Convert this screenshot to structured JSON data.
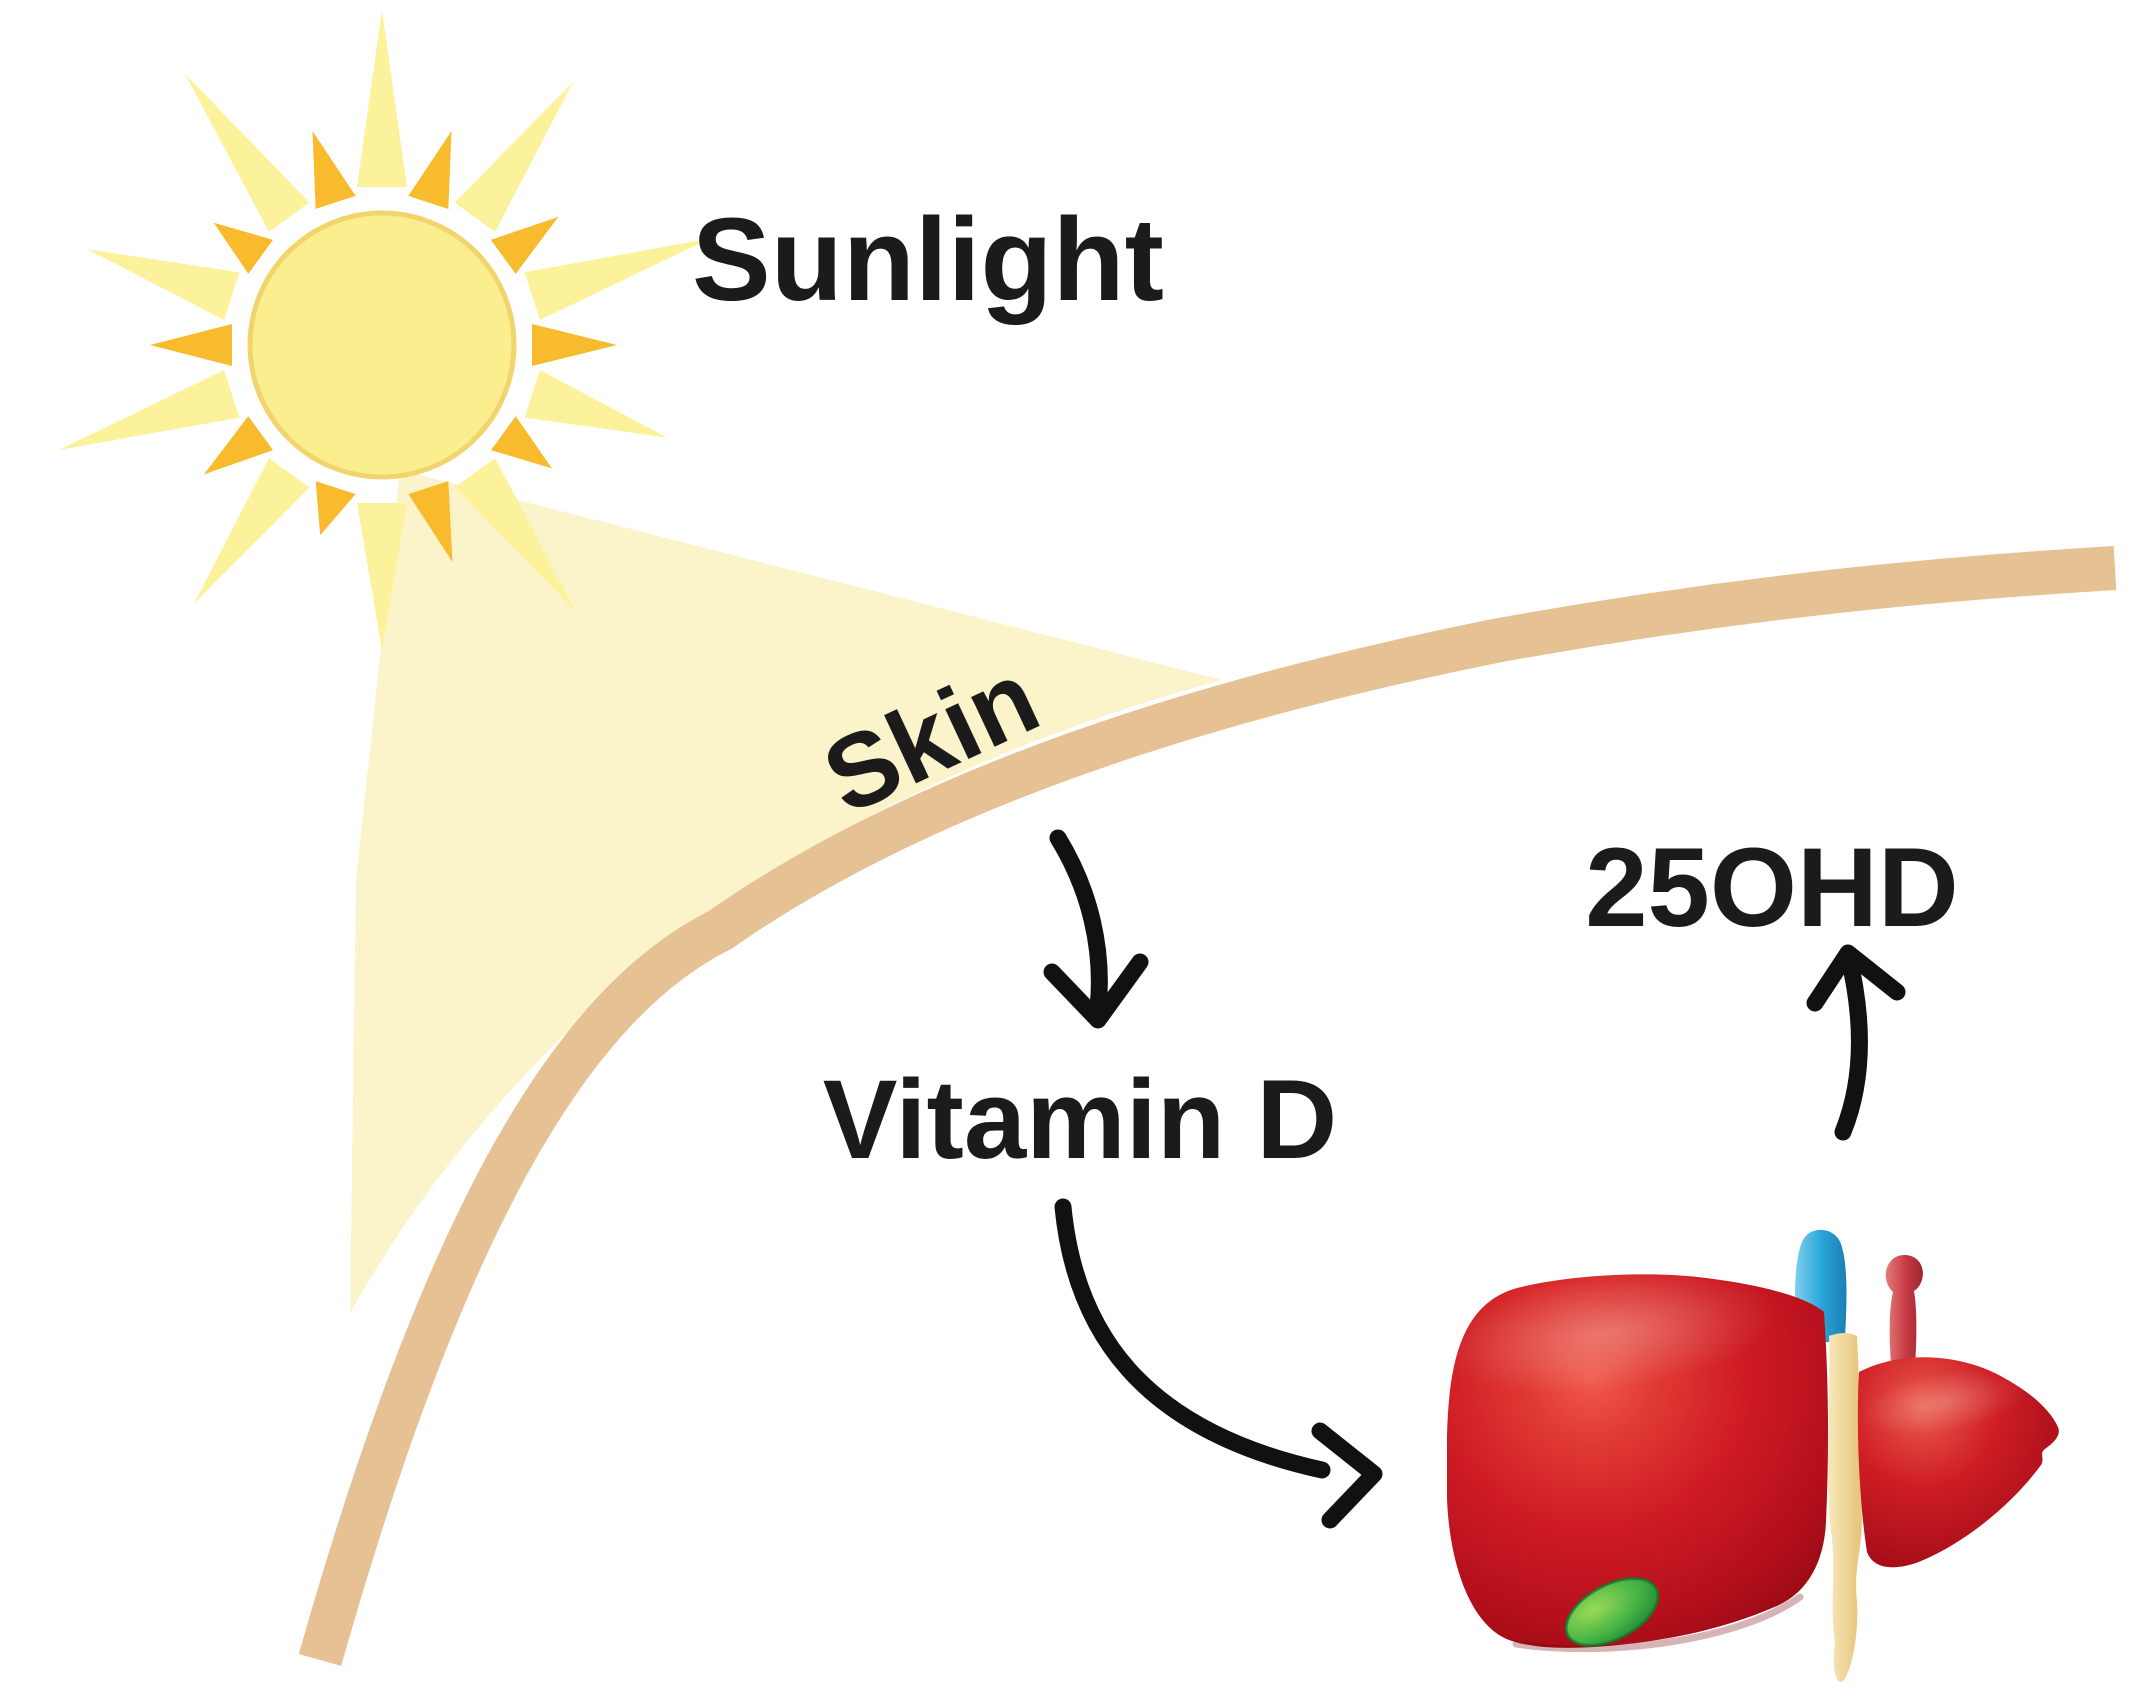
{
  "figure": {
    "type": "medical-pathway-diagram",
    "title": "Vitamin D synthesis pathway",
    "labels": {
      "sunlight": "Sunlight",
      "skin": "Skin",
      "vitamin_d": "Vitamin D",
      "metabolite_25ohd": "25OHD"
    },
    "relationships": [
      {
        "from": "Sunlight",
        "to": "Skin",
        "via": "sunbeam"
      },
      {
        "from": "Skin",
        "to": "Vitamin D",
        "via": "arrow"
      },
      {
        "from": "Vitamin D",
        "to": "liver",
        "via": "curved-arrow"
      },
      {
        "from": "liver",
        "to": "25OHD",
        "via": "arrow"
      }
    ],
    "icons": {
      "sun": "sun-icon",
      "sunbeam": "sunbeam-icon",
      "skin_layer": "skin-layer",
      "liver": "liver-icon",
      "vena_cava": "vena-cava-icon",
      "hepatic_artery": "hepatic-artery-icon",
      "bile_duct": "bile-duct-icon",
      "gallbladder": "gallbladder-icon"
    },
    "colors": {
      "background": "#FFFFFF",
      "text": "#1B1B1B",
      "sun_core": "#FBEE8F",
      "sun_core_outline": "#F2D46C",
      "sun_ray_long": "#FCF29B",
      "sun_ray_short": "#F7BB2D",
      "sunbeam": "#FBF3CA",
      "skin_tan": "#E6C194",
      "arrow_black": "#111111",
      "liver_red": "#C81A21",
      "liver_dark_red": "#8F0A12",
      "liver_highlight_red": "#F0594A",
      "vena_cava_blue": "#2AA7DB",
      "hepatic_artery_red": "#C63A44",
      "bile_duct_yellow": "#EFD79C",
      "gallbladder_green": "#3FAE3F"
    }
  }
}
